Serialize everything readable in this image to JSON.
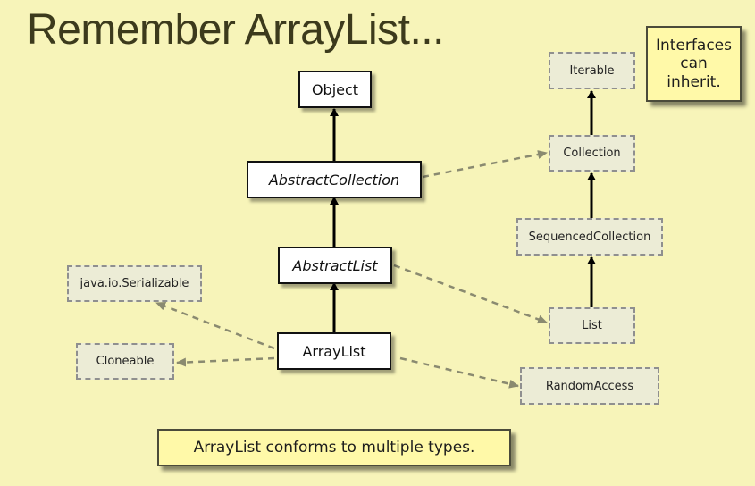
{
  "title": "Remember ArrayList...",
  "classes": {
    "object": "Object",
    "abstract_collection": "AbstractCollection",
    "abstract_list": "AbstractList",
    "array_list": "ArrayList"
  },
  "interfaces": {
    "iterable": "Iterable",
    "collection": "Collection",
    "sequenced_collection": "SequencedCollection",
    "list": "List",
    "random_access": "RandomAccess",
    "serializable": "java.io.Serializable",
    "cloneable": "Cloneable"
  },
  "notes": {
    "interfaces_inherit": "Interfaces can inherit.",
    "conforms": "ArrayList conforms to multiple types."
  }
}
